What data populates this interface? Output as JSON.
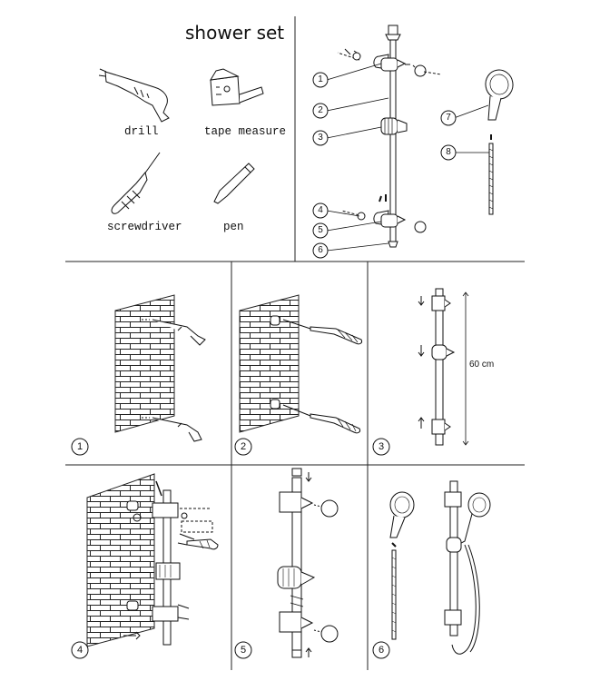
{
  "title": "shower set",
  "tools": [
    "drill",
    "tape measure",
    "screwdriver",
    "pen"
  ],
  "part_numbers": [
    "1",
    "2",
    "3",
    "4",
    "5",
    "6",
    "7",
    "8"
  ],
  "step_numbers": [
    "1",
    "2",
    "3",
    "4",
    "5",
    "6"
  ],
  "rail_length_label": "60 cm"
}
